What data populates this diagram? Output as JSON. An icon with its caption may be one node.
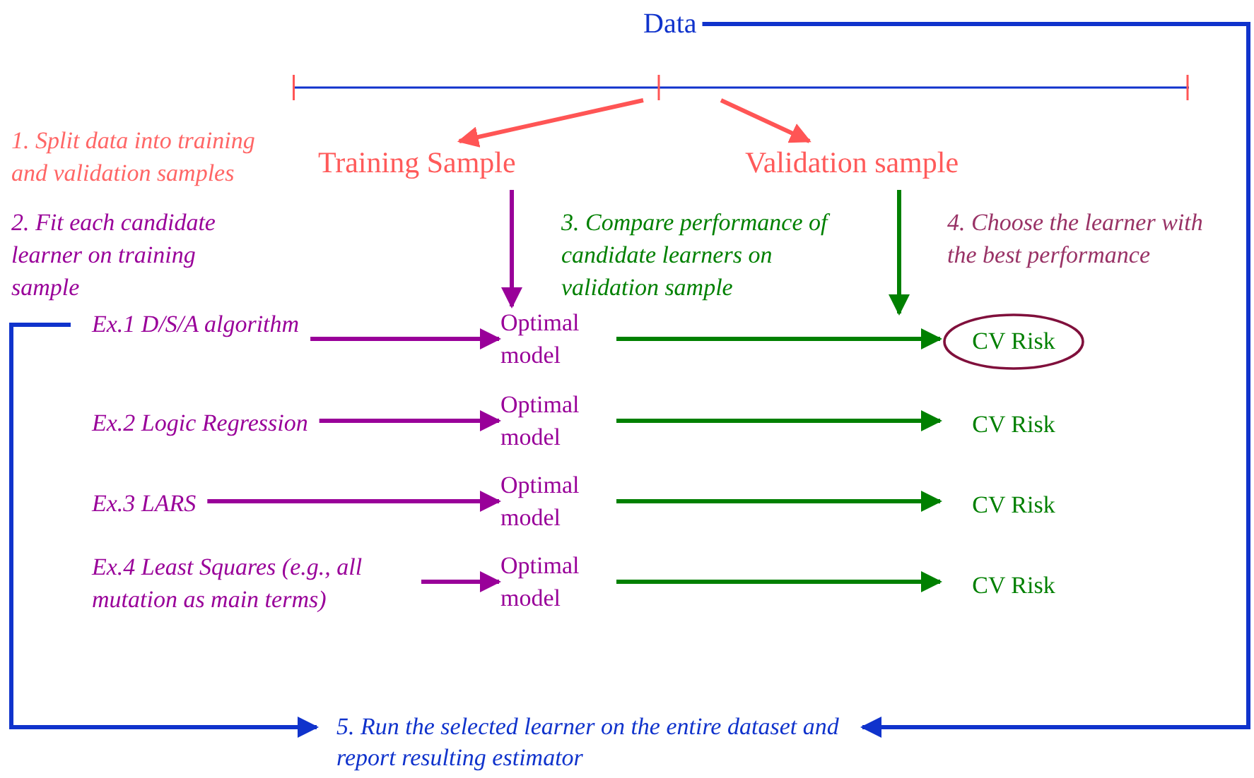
{
  "diagram": {
    "nodes": [
      {
        "text": [
          "Data"
        ]
      },
      {
        "text": [],
        "shape": "bar"
      },
      {
        "text": [
          "Training Sample"
        ]
      },
      {
        "text": [
          "Validation sample"
        ]
      },
      {
        "text": [
          "Ex.1 D/S/A algorithm"
        ]
      },
      {
        "text": [
          "Ex.2 Logic Regression"
        ]
      },
      {
        "text": [
          "Ex.3 LARS"
        ]
      },
      {
        "text": [
          "Ex.4 Least Squares (e.g., all mutation as main terms)"
        ]
      },
      {
        "text": [
          "Optimal model"
        ]
      },
      {
        "text": [
          "Optimal model"
        ]
      },
      {
        "text": [
          "Optimal model"
        ]
      },
      {
        "text": [
          "Optimal model"
        ]
      },
      {
        "text": [],
        "shape": "circle"
      },
      {
        "text": [
          "CV Risk"
        ],
        "in": 12
      },
      {
        "text": [
          "CV Risk"
        ]
      },
      {
        "text": [
          "CV Risk"
        ]
      },
      {
        "text": [
          "CV Risk"
        ]
      },
      {
        "text": [
          "5. Run the selected learner on the entire dataset and report resulting estimator"
        ]
      }
    ],
    "edges": [
      {
        "from": 0,
        "to": 17,
        "arrow": "to",
        "color": "#1033cc"
      },
      {
        "from": 1,
        "to": 2,
        "arrow": "to",
        "color": "#ff5555"
      },
      {
        "from": 1,
        "to": 3,
        "arrow": "to",
        "color": "#ff5555"
      },
      {
        "from": 2,
        "to": 8,
        "arrow": "to",
        "color": "#990099"
      },
      {
        "from": 4,
        "to": 8,
        "arrow": "to",
        "color": "#990099"
      },
      {
        "from": 5,
        "to": 9,
        "arrow": "to",
        "color": "#990099"
      },
      {
        "from": 6,
        "to": 10,
        "arrow": "to",
        "color": "#990099"
      },
      {
        "from": 7,
        "to": 11,
        "arrow": "to",
        "color": "#990099"
      },
      {
        "from": 3,
        "to": 12,
        "arrow": "to",
        "color": "#008000"
      },
      {
        "from": 8,
        "to": 12,
        "arrow": "to",
        "color": "#008000"
      },
      {
        "from": 9,
        "to": 14,
        "arrow": "to",
        "color": "#008000"
      },
      {
        "from": 10,
        "to": 15,
        "arrow": "to",
        "color": "#008000"
      },
      {
        "from": 11,
        "to": 16,
        "arrow": "to",
        "color": "#008000"
      },
      {
        "from": 4,
        "to": 17,
        "arrow": "to",
        "color": "#1033cc"
      }
    ],
    "labels": [
      "1. Split data into training and validation samples",
      "2. Fit each candidate learner on training sample",
      "3. Compare performance of candidate learners on validation sample",
      "4. Choose the learner with the best performance"
    ]
  }
}
